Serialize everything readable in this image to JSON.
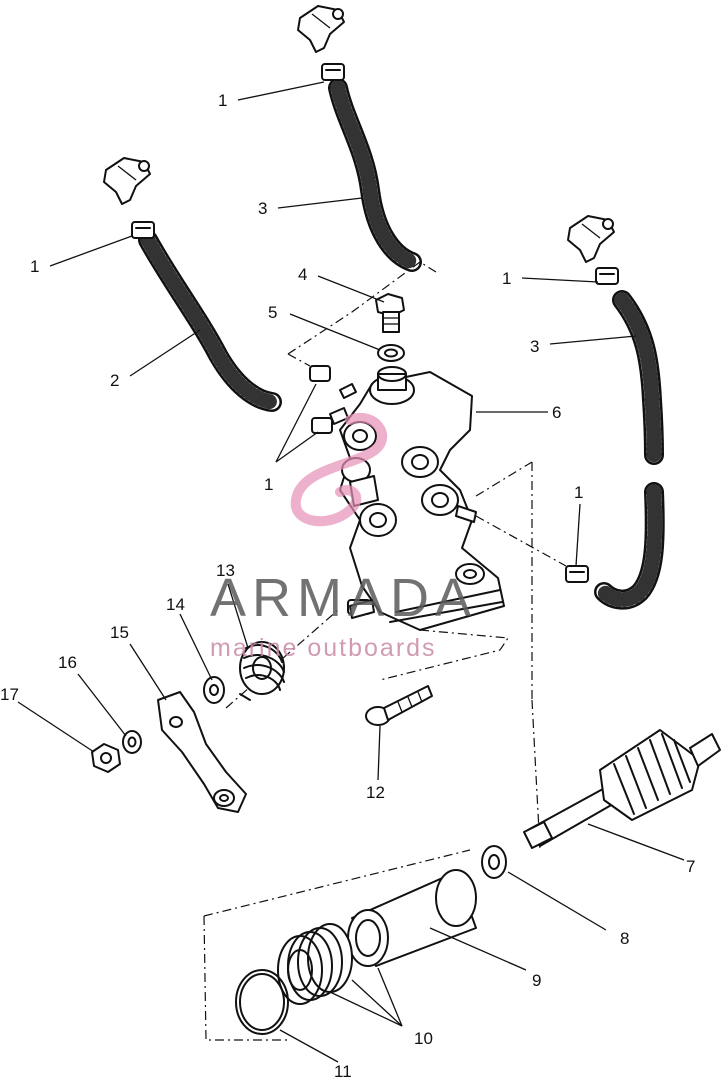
{
  "callouts": {
    "c1a": "1",
    "c1b": "1",
    "c1c": "1",
    "c1d": "1",
    "c1e": "1",
    "c2": "2",
    "c3a": "3",
    "c3b": "3",
    "c4": "4",
    "c5": "5",
    "c6": "6",
    "c7": "7",
    "c8": "8",
    "c9": "9",
    "c10": "10",
    "c11": "11",
    "c12": "12",
    "c13": "13",
    "c14": "14",
    "c15": "15",
    "c16": "16",
    "c17": "17"
  },
  "watermark": {
    "name": "ARMADA",
    "tagline": "marine outboards",
    "logo_color": "#e58fb8",
    "text_color": "#5a5a5a"
  }
}
